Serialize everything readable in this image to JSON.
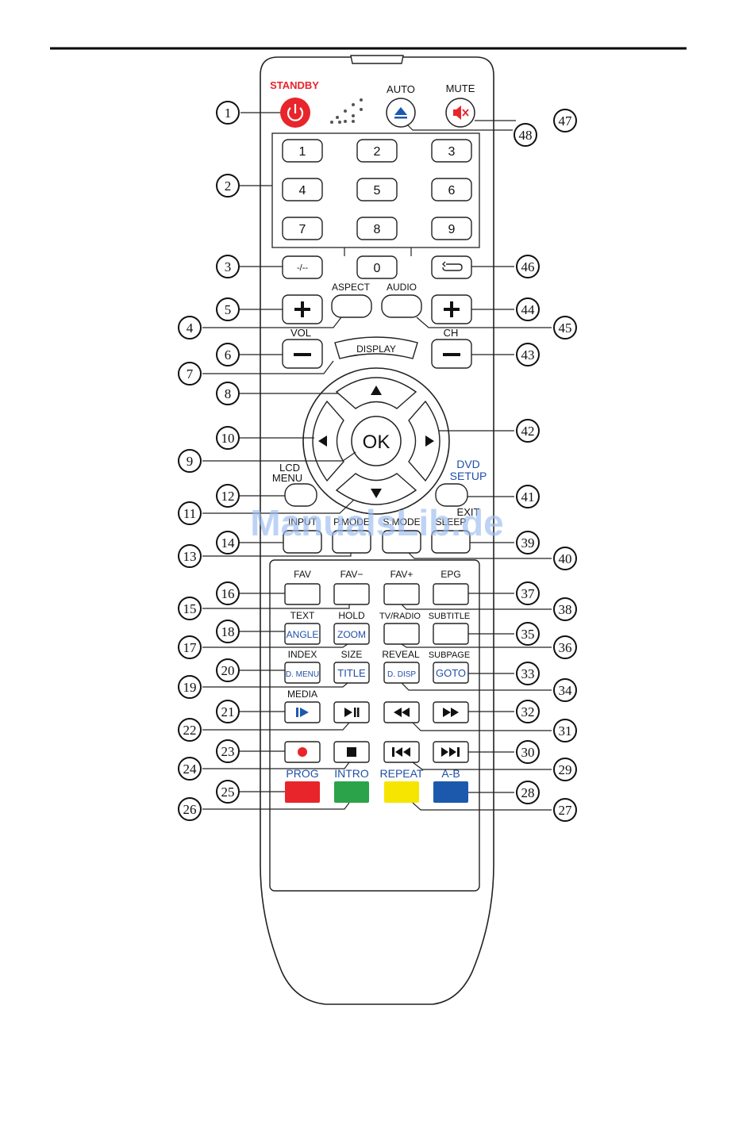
{
  "top_labels": {
    "standby": "STANDBY",
    "auto": "AUTO",
    "mute": "MUTE"
  },
  "digits": [
    "1",
    "2",
    "3",
    "4",
    "5",
    "6",
    "7",
    "8",
    "9",
    "0"
  ],
  "labels": {
    "dash": "-/--",
    "aspect": "ASPECT",
    "audio": "AUDIO",
    "vol": "VOL",
    "ch": "CH",
    "display": "DISPLAY",
    "ok": "OK",
    "lcd": "LCD",
    "menu": "MENU",
    "dvd": "DVD",
    "setup": "SETUP",
    "exit": "EXIT",
    "input": "INPUT",
    "pmode": "P.MODE",
    "smode": "S.MODE",
    "sleep": "SLEEP",
    "fav": "FAV",
    "fav_minus": "FAV−",
    "fav_plus": "FAV+",
    "epg": "EPG",
    "text": "TEXT",
    "hold": "HOLD",
    "tvradio": "TV/RADIO",
    "subtitle": "SUBTITLE",
    "angle": "ANGLE",
    "zoom": "ZOOM",
    "index": "INDEX",
    "size": "SIZE",
    "reveal": "REVEAL",
    "subpage": "SUBPAGE",
    "dmenu": "D. MENU",
    "title": "TITLE",
    "ddisp": "D. DISP",
    "goto": "GOTO",
    "media": "MEDIA",
    "prog": "PROG",
    "intro": "INTRO",
    "repeat": "REPEAT",
    "ab": "A-B"
  },
  "callouts": [
    "1",
    "2",
    "3",
    "4",
    "5",
    "6",
    "7",
    "8",
    "9",
    "10",
    "11",
    "12",
    "13",
    "14",
    "15",
    "16",
    "17",
    "18",
    "19",
    "20",
    "21",
    "22",
    "23",
    "24",
    "25",
    "26",
    "27",
    "28",
    "29",
    "30",
    "31",
    "32",
    "33",
    "34",
    "35",
    "36",
    "37",
    "38",
    "39",
    "40",
    "41",
    "42",
    "43",
    "44",
    "45",
    "46",
    "47",
    "48"
  ],
  "colors": {
    "standby": "#e8252b",
    "red": "#e8252b",
    "green": "#2ba34a",
    "yellow": "#f5e500",
    "blue": "#1c59ad",
    "blue_text": "#1f4fa8"
  },
  "watermark": "ManualsLib.de"
}
